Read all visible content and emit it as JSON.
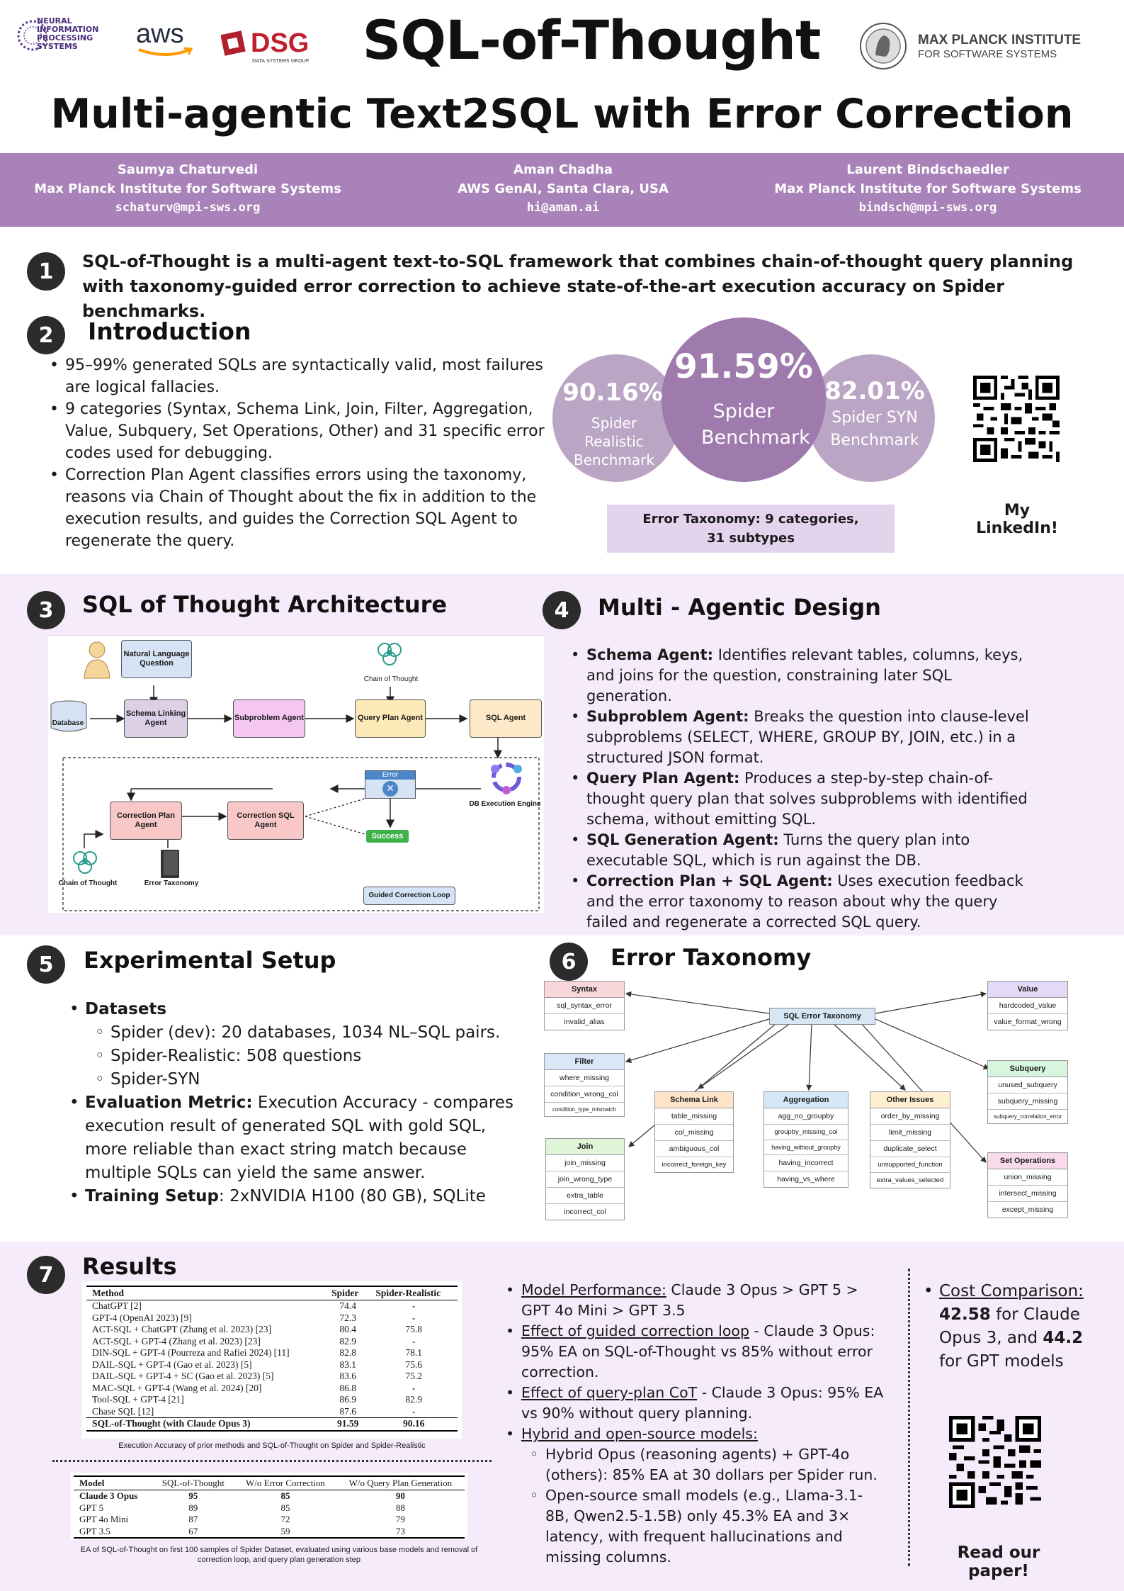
{
  "header": {
    "title": "SQL-of-Thought",
    "subtitle": "Multi-agentic Text2SQL with Error Correction",
    "logo_nips": [
      "NEURAL",
      "INFORMATION",
      "PROCESSING",
      "SYSTEMS"
    ],
    "logo_aws": "aws",
    "logo_dsg": "DSG",
    "logo_dsg_sub": "DATA SYSTEMS GROUP",
    "logo_mpi_1": "MAX PLANCK INSTITUTE",
    "logo_mpi_2": "FOR SOFTWARE SYSTEMS"
  },
  "authors": [
    {
      "name": "Saumya Chaturvedi",
      "aff": "Max Planck Institute for Software Systems",
      "email": "schaturv@mpi-sws.org"
    },
    {
      "name": "Aman Chadha",
      "aff": "AWS GenAI, Santa Clara, USA",
      "email": "hi@aman.ai"
    },
    {
      "name": "Laurent Bindschaedler",
      "aff": "Max Planck Institute for Software Systems",
      "email": "bindsch@mpi-sws.org"
    }
  ],
  "s1": {
    "num": "1",
    "text": "SQL-of-Thought is a multi-agent text-to-SQL framework that combines chain-of-thought query planning with taxonomy-guided error correction to achieve state-of-the-art execution accuracy on Spider benchmarks."
  },
  "s2": {
    "num": "2",
    "title": "Introduction",
    "bullets": [
      "95–99% generated SQLs are syntactically valid, most failures are logical fallacies.",
      "9 categories (Syntax, Schema Link, Join, Filter, Aggregation, Value, Subquery, Set Operations, Other) and 31 specific error codes used for debugging.",
      "Correction Plan Agent classifies errors using the taxonomy, reasons via Chain of Thought about the fix in addition to the execution results, and guides the Correction SQL Agent to regenerate the query."
    ],
    "stat_left_value": "90.16%",
    "stat_left_label": "Spider Realistic Benchmark",
    "stat_mid_value": "91.59%",
    "stat_mid_label": "Spider Benchmark",
    "stat_right_value": "82.01%",
    "stat_right_label": "Spider SYN Benchmark",
    "taxonomy_box": "Error Taxonomy: 9 categories, 31 subtypes",
    "linkedin": "My LinkedIn!"
  },
  "s3": {
    "num": "3",
    "title": "SQL of Thought Architecture",
    "nodes": {
      "nlq": "Natural Language Question",
      "db": "Database",
      "schema": "Schema Linking Agent",
      "subproblem": "Subproblem Agent",
      "cot": "Chain of Thought",
      "qplan": "Query Plan Agent",
      "sql": "SQL Agent",
      "error": "Error",
      "dbexec": "DB Execution Engine",
      "cplan": "Correction Plan Agent",
      "csql": "Correction SQL Agent",
      "success": "Success",
      "cot2": "Chain of Thought",
      "taxonomy": "Error Taxonomy",
      "loop": "Guided Correction Loop"
    }
  },
  "s4": {
    "num": "4",
    "title": "Multi - Agentic Design",
    "items": [
      {
        "b": "Schema Agent:",
        "t": " Identifies relevant tables, columns, keys, and joins for the question, constraining later SQL generation."
      },
      {
        "b": "Subproblem Agent:",
        "t": " Breaks the question into clause-level subproblems (SELECT, WHERE, GROUP BY, JOIN, etc.) in a structured JSON format."
      },
      {
        "b": "Query Plan Agent:",
        "t": " Produces a step-by-step chain-of-thought query plan that solves subproblems with identified schema, without emitting SQL."
      },
      {
        "b": "SQL Generation Agent:",
        "t": " Turns the query plan into executable SQL, which is run against the DB."
      },
      {
        "b": "Correction Plan + SQL Agent:",
        "t": " Uses execution feedback and the error taxonomy to reason about why the query failed and regenerate a corrected SQL query."
      }
    ]
  },
  "s5": {
    "num": "5",
    "title": "Experimental Setup",
    "datasets_label": "Datasets",
    "datasets": [
      "Spider (dev): 20 databases, 1034 NL–SQL pairs.",
      "Spider-Realistic: 508 questions",
      "Spider-SYN"
    ],
    "metric_label": "Evaluation Metric:",
    "metric_text": " Execution Accuracy - compares execution result of generated SQL with gold SQL, more reliable than exact string match because multiple SQLs can yield the same answer.",
    "training_label": "Training Setup",
    "training_text": ": 2xNVIDIA H100 (80 GB), SQLite"
  },
  "s6": {
    "num": "6",
    "title": "Error Taxonomy",
    "root": "SQL Error Taxonomy",
    "cats": {
      "syntax": {
        "name": "Syntax",
        "items": [
          "sql_syntax_error",
          "invalid_alias"
        ],
        "color": "#f8d7da"
      },
      "filter": {
        "name": "Filter",
        "items": [
          "where_missing",
          "condition_wrong_col",
          "condition_type_mismatch"
        ],
        "color": "#dbe7f7"
      },
      "join": {
        "name": "Join",
        "items": [
          "join_missing",
          "join_wrong_type",
          "extra_table",
          "incorrect_col"
        ],
        "color": "#e0f5d8"
      },
      "schema": {
        "name": "Schema Link",
        "items": [
          "table_missing",
          "col_missing",
          "ambiguous_col",
          "incorrect_foreign_key"
        ],
        "color": "#fde3c8"
      },
      "agg": {
        "name": "Aggregation",
        "items": [
          "agg_no_groupby",
          "groupby_missing_col",
          "having_without_groupby",
          "having_incorrect",
          "having_vs_where"
        ],
        "color": "#d6e8f8"
      },
      "other": {
        "name": "Other Issues",
        "items": [
          "order_by_missing",
          "limit_missing",
          "duplicate_select",
          "unsupported_function",
          "extra_values_selected"
        ],
        "color": "#fdefd0"
      },
      "value": {
        "name": "Value",
        "items": [
          "hardcoded_value",
          "value_format_wrong"
        ],
        "color": "#e4d9f7"
      },
      "subquery": {
        "name": "Subquery",
        "items": [
          "unused_subquery",
          "subquery_missing",
          "subquery_correlation_error"
        ],
        "color": "#d8f5de"
      },
      "setops": {
        "name": "Set Operations",
        "items": [
          "union_missing",
          "intersect_missing",
          "except_missing"
        ],
        "color": "#f9d9ec"
      }
    }
  },
  "s7": {
    "num": "7",
    "title": "Results",
    "table1": {
      "headers": [
        "Method",
        "Spider",
        "Spider-Realistic"
      ],
      "rows": [
        [
          "ChatGPT [2]",
          "74.4",
          "-"
        ],
        [
          "GPT-4 (OpenAI 2023) [9]",
          "72.3",
          "-"
        ],
        [
          "ACT-SQL + ChatGPT (Zhang et al. 2023) [23]",
          "80.4",
          "75.8"
        ],
        [
          "ACT-SQL + GPT-4 (Zhang et al. 2023) [23]",
          "82.9",
          "-"
        ],
        [
          "DIN-SQL + GPT-4 (Pourreza and Rafiei 2024) [11]",
          "82.8",
          "78.1"
        ],
        [
          "DAIL-SQL + GPT-4 (Gao et al. 2023) [5]",
          "83.1",
          "75.6"
        ],
        [
          "DAIL-SQL + GPT-4 + SC (Gao et al. 2023) [5]",
          "83.6",
          "75.2"
        ],
        [
          "MAC-SQL + GPT-4 (Wang et al. 2024) [20]",
          "86.8",
          "-"
        ],
        [
          "Tool-SQL + GPT-4 [21]",
          "86.9",
          "82.9"
        ],
        [
          "Chase SQL [12]",
          "87.6",
          "-"
        ]
      ],
      "last": [
        "SQL-of-Thought (with Claude Opus 3)",
        "91.59",
        "90.16"
      ],
      "caption": "Execution Accuracy of prior methods and SQL-of-Thought on Spider and Spider-Realistic"
    },
    "table2": {
      "headers": [
        "Model",
        "SQL-of-Thought",
        "W/o Error Correction",
        "W/o Query Plan Generation"
      ],
      "first": [
        "Claude 3 Opus",
        "95",
        "85",
        "90"
      ],
      "rows": [
        [
          "GPT 5",
          "89",
          "85",
          "88"
        ],
        [
          "GPT 4o Mini",
          "87",
          "72",
          "79"
        ],
        [
          "GPT 3.5",
          "67",
          "59",
          "73"
        ]
      ],
      "caption": "EA of SQL-of-Thought on first 100 samples of Spider Dataset, evaluated using various base models and removal of correction loop, and query plan generation step"
    },
    "perf_label": "Model Performance:",
    "perf_text": " Claude 3 Opus > GPT 5 > GPT 4o Mini > GPT 3.5",
    "loop_label": "Effect of guided correction loop",
    "loop_text": " - Claude 3 Opus: 95% EA on SQL-of-Thought vs 85% without error correction.",
    "cot_label": "Effect of query-plan CoT",
    "cot_text": " - Claude 3 Opus: 95% EA vs 90% without query planning.",
    "hybrid_label": "Hybrid and open-source models:",
    "hybrid_items": [
      "Hybrid Opus (reasoning agents) + GPT-4o (others): 85% EA at 30 dollars per Spider run.",
      "Open-source small models (e.g., Llama-3.1-8B, Qwen2.5-1.5B) only 45.3% EA and 3× latency, with frequent hallucinations and missing columns."
    ],
    "cost_label": "Cost Comparison:",
    "cost_v1": "42.58",
    "cost_t1": " for Claude Opus 3, and ",
    "cost_v2": "44.2",
    "cost_t2": " for GPT models",
    "paper": "Read our paper!"
  }
}
